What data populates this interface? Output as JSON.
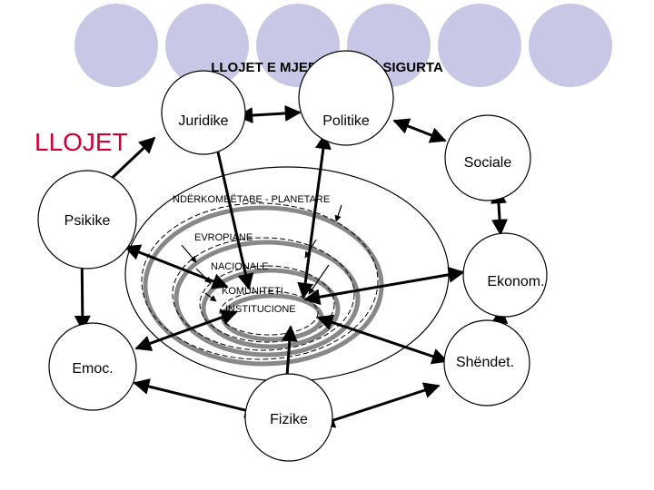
{
  "slide": {
    "title": "LLOJET E  MJEDISEVE TË  SIGURTA",
    "side_label": "LLOJET",
    "side_label_color": "#cc0033",
    "decor_circle_color": "#c8c8e6"
  },
  "nodes": {
    "juridike": "Juridike",
    "politike": "Politike",
    "sociale": "Sociale",
    "psikike": "Psikike",
    "ekonom": "Ekonom.",
    "shendet": "Shëndet.",
    "emoc": "Emoc.",
    "fizike": "Fizike"
  },
  "rings": {
    "nderkombetare": "NDËRKOMBËTABE - PLANETARE",
    "evropiane": "EVROPIANE",
    "nacionale": "NACIONALE",
    "komuniteti": "KOMUNITETI",
    "institucione": "INSTITUCIONE"
  },
  "colors": {
    "node_fill": "#ffffff",
    "outline": "#000000",
    "ring_shadow": "#888888"
  }
}
